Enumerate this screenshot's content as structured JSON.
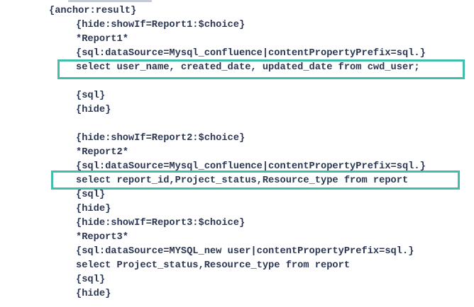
{
  "page": {
    "background_color": "#ffffff",
    "text_color": "#2a3654",
    "highlight_border_color": "#41bdab"
  },
  "code": {
    "lines": [
      {
        "text": "{anchor:result}",
        "indent": 0,
        "highlight": false
      },
      {
        "text": "{hide:showIf=Report1:$choice}",
        "indent": 1,
        "highlight": false
      },
      {
        "text": "*Report1*",
        "indent": 1,
        "highlight": false
      },
      {
        "text": "{sql:dataSource=Mysql_confluence|contentPropertyPrefix=sql.}",
        "indent": 1,
        "highlight": false
      },
      {
        "text": "select user_name, created_date, updated_date from cwd_user;",
        "indent": 1,
        "highlight": true
      },
      {
        "text": "",
        "indent": 1,
        "highlight": false
      },
      {
        "text": "{sql}",
        "indent": 1,
        "highlight": false
      },
      {
        "text": "{hide}",
        "indent": 1,
        "highlight": false
      },
      {
        "text": "",
        "indent": 1,
        "highlight": false
      },
      {
        "text": "{hide:showIf=Report2:$choice}",
        "indent": 1,
        "highlight": false
      },
      {
        "text": "*Report2*",
        "indent": 1,
        "highlight": false
      },
      {
        "text": "{sql:dataSource=Mysql_confluence|contentPropertyPrefix=sql.}",
        "indent": 1,
        "highlight": false
      },
      {
        "text": "select report_id,Project_status,Resource_type from report",
        "indent": 1,
        "highlight": true
      },
      {
        "text": "{sql}",
        "indent": 1,
        "highlight": false
      },
      {
        "text": "{hide}",
        "indent": 1,
        "highlight": false
      },
      {
        "text": "{hide:showIf=Report3:$choice}",
        "indent": 1,
        "highlight": false
      },
      {
        "text": "*Report3*",
        "indent": 1,
        "highlight": false
      },
      {
        "text": "{sql:dataSource=MYSQL_new user|contentPropertyPrefix=sql.}",
        "indent": 1,
        "highlight": false
      },
      {
        "text": "select Project_status,Resource_type from report",
        "indent": 1,
        "highlight": false
      },
      {
        "text": "{sql}",
        "indent": 1,
        "highlight": false
      },
      {
        "text": "{hide}",
        "indent": 1,
        "highlight": false
      }
    ]
  }
}
